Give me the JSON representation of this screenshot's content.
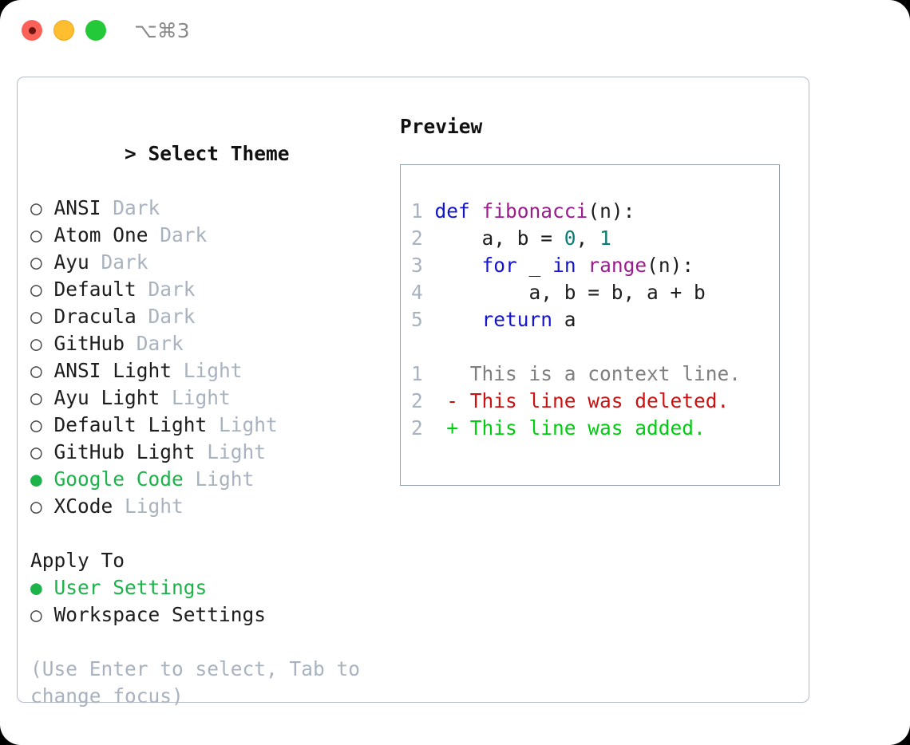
{
  "window": {
    "shortcut": "⌥⌘3",
    "traffic_lights": [
      {
        "name": "close",
        "color": "#fc6158"
      },
      {
        "name": "minimize",
        "color": "#ffbe2f"
      },
      {
        "name": "maximize",
        "color": "#23c938"
      }
    ]
  },
  "colors": {
    "accent_green": "#1cb34a",
    "muted": "#a9b2bf",
    "text": "#1d1d1d",
    "panel_border": "#b4bcc9",
    "preview_border": "#949fb0",
    "diff_added": "#00cc11",
    "diff_deleted": "#cc1111",
    "diff_context": "#7f7f7f",
    "code_keyword": "#1414cf",
    "code_function": "#9c1c8e",
    "code_number": "#0b7d74"
  },
  "theme_picker": {
    "prompt": "> ",
    "header": "Select Theme",
    "bullet_selected": "●",
    "bullet_unselected": "○",
    "items": [
      {
        "name": "ANSI",
        "kind": "Dark",
        "selected": false
      },
      {
        "name": "Atom One",
        "kind": "Dark",
        "selected": false
      },
      {
        "name": "Ayu",
        "kind": "Dark",
        "selected": false
      },
      {
        "name": "Default",
        "kind": "Dark",
        "selected": false
      },
      {
        "name": "Dracula",
        "kind": "Dark",
        "selected": false
      },
      {
        "name": "GitHub",
        "kind": "Dark",
        "selected": false
      },
      {
        "name": "ANSI Light",
        "kind": "Light",
        "selected": false
      },
      {
        "name": "Ayu Light",
        "kind": "Light",
        "selected": false
      },
      {
        "name": "Default Light",
        "kind": "Light",
        "selected": false
      },
      {
        "name": "GitHub Light",
        "kind": "Light",
        "selected": false
      },
      {
        "name": "Google Code",
        "kind": "Light",
        "selected": true
      },
      {
        "name": "XCode",
        "kind": "Light",
        "selected": false
      }
    ]
  },
  "apply_to": {
    "label": "Apply To",
    "items": [
      {
        "name": "User Settings",
        "selected": true
      },
      {
        "name": "Workspace Settings",
        "selected": false
      }
    ]
  },
  "hint": "(Use Enter to select, Tab to change focus)",
  "preview": {
    "title": "Preview",
    "code_lines": [
      {
        "lineno": "1",
        "tokens": [
          {
            "t": "def",
            "c": "kw"
          },
          {
            "t": " ",
            "c": "pl"
          },
          {
            "t": "fibonacci",
            "c": "fn"
          },
          {
            "t": "(n):",
            "c": "pl"
          }
        ]
      },
      {
        "lineno": "2",
        "tokens": [
          {
            "t": "    a, b = ",
            "c": "pl"
          },
          {
            "t": "0",
            "c": "num"
          },
          {
            "t": ", ",
            "c": "pl"
          },
          {
            "t": "1",
            "c": "num"
          }
        ]
      },
      {
        "lineno": "3",
        "tokens": [
          {
            "t": "    ",
            "c": "pl"
          },
          {
            "t": "for",
            "c": "kw"
          },
          {
            "t": " _ ",
            "c": "pl"
          },
          {
            "t": "in",
            "c": "kw"
          },
          {
            "t": " ",
            "c": "pl"
          },
          {
            "t": "range",
            "c": "fn"
          },
          {
            "t": "(n):",
            "c": "pl"
          }
        ]
      },
      {
        "lineno": "4",
        "tokens": [
          {
            "t": "        a, b = b, a + b",
            "c": "pl"
          }
        ]
      },
      {
        "lineno": "5",
        "tokens": [
          {
            "t": "    ",
            "c": "pl"
          },
          {
            "t": "return",
            "c": "kw"
          },
          {
            "t": " a",
            "c": "pl"
          }
        ]
      }
    ],
    "diff_lines": [
      {
        "lineno": "1",
        "marker": " ",
        "text": " This is a context line.",
        "kind": "ctx"
      },
      {
        "lineno": "2",
        "marker": "-",
        "text": " This line was deleted.",
        "kind": "del"
      },
      {
        "lineno": "2",
        "marker": "+",
        "text": " This line was added.",
        "kind": "add"
      }
    ]
  }
}
